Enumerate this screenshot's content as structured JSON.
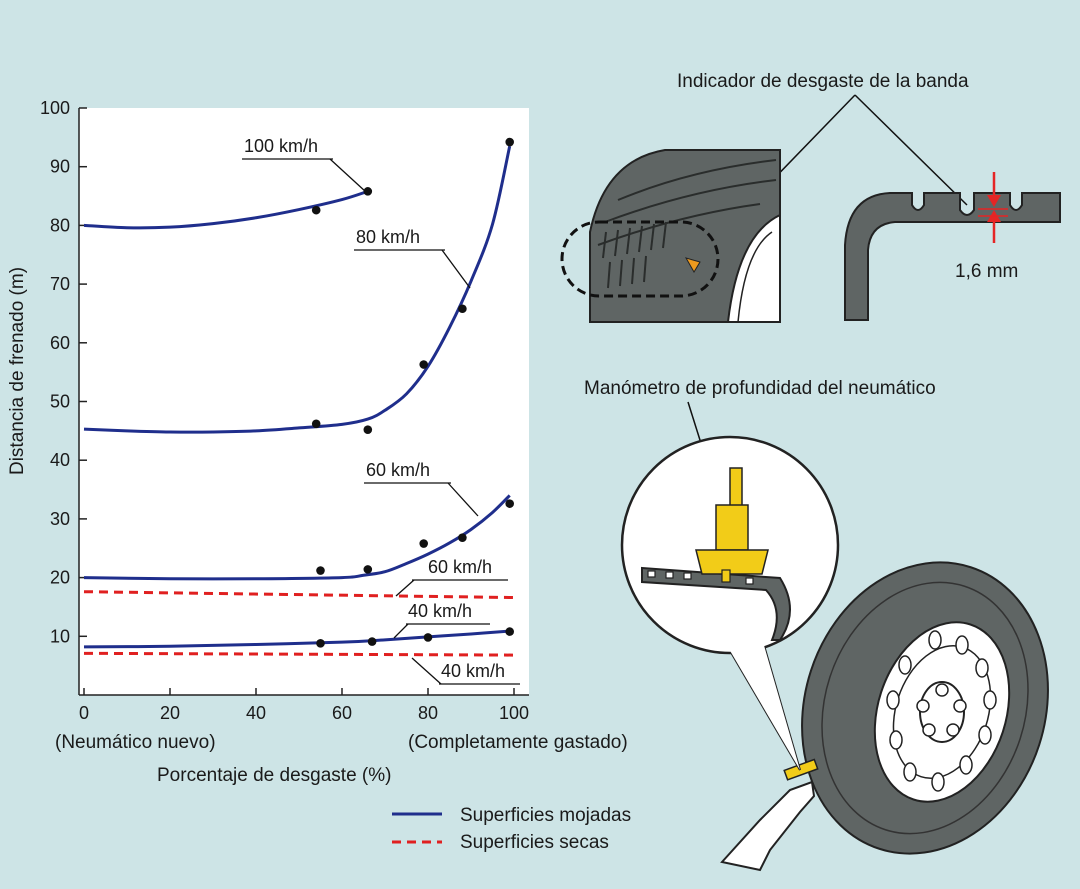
{
  "chart_data": {
    "type": "line",
    "xlabel": "Porcentaje de desgaste (%)",
    "ylabel": "Distancia de frenado (m)",
    "xlim": [
      0,
      100
    ],
    "ylim": [
      0,
      100
    ],
    "x_ticks": [
      0,
      20,
      40,
      60,
      80,
      100
    ],
    "y_ticks": [
      10,
      20,
      30,
      40,
      50,
      60,
      70,
      80,
      90,
      100
    ],
    "x_start_note": "(Neumático nuevo)",
    "x_end_note": "(Completamente gastado)",
    "legend": {
      "position": "bottom",
      "wet": "Superficies mojadas",
      "dry": "Superficies secas"
    },
    "colors": {
      "wet": "#1f2e8c",
      "dry": "#e02020"
    },
    "series": [
      {
        "name": "100 km/h",
        "surface": "wet",
        "curve_x": [
          0,
          10,
          20,
          30,
          40,
          50,
          60,
          66
        ],
        "curve_y": [
          80,
          79.6,
          79.7,
          80.3,
          81.3,
          82.7,
          84.4,
          85.8
        ],
        "points_x": [
          54,
          66
        ],
        "points_y": [
          82.6,
          85.8
        ]
      },
      {
        "name": "80 km/h",
        "surface": "wet",
        "curve_x": [
          0,
          10,
          20,
          30,
          40,
          50,
          60,
          66,
          70,
          75,
          80,
          85,
          90,
          95,
          99
        ],
        "curve_y": [
          45.3,
          45,
          44.8,
          44.8,
          45,
          45.5,
          46.1,
          47,
          48.5,
          51.3,
          56,
          62.6,
          70.5,
          80.2,
          93.5
        ],
        "points_x": [
          54,
          66,
          79,
          88,
          99
        ],
        "points_y": [
          46.2,
          45.2,
          56.3,
          65.8,
          94.2
        ]
      },
      {
        "name": "60 km/h",
        "surface": "wet",
        "curve_x": [
          0,
          20,
          40,
          60,
          65,
          70,
          75,
          80,
          85,
          90,
          95,
          99
        ],
        "curve_y": [
          20,
          19.8,
          19.8,
          20,
          20.4,
          21,
          22.4,
          24,
          25.9,
          28.2,
          31.1,
          34
        ],
        "points_x": [
          55,
          66,
          79,
          88,
          99
        ],
        "points_y": [
          21.2,
          21.4,
          25.8,
          26.8,
          32.6
        ]
      },
      {
        "name": "40 km/h",
        "surface": "wet",
        "curve_x": [
          0,
          20,
          40,
          60,
          70,
          80,
          90,
          99
        ],
        "curve_y": [
          8.2,
          8.3,
          8.6,
          9,
          9.4,
          9.9,
          10.4,
          10.9
        ],
        "points_x": [
          55,
          67,
          80,
          99
        ],
        "points_y": [
          8.8,
          9.1,
          9.8,
          10.8
        ]
      },
      {
        "name": "60 km/h",
        "surface": "dry",
        "curve_x": [
          0,
          100
        ],
        "curve_y": [
          17.6,
          16.6
        ]
      },
      {
        "name": "40 km/h",
        "surface": "dry",
        "curve_x": [
          0,
          100
        ],
        "curve_y": [
          7.1,
          6.8
        ]
      }
    ]
  },
  "illustrations": {
    "tread_indicator_label": "Indicador de desgaste de la banda",
    "depth_value": "1,6 mm",
    "gauge_label": "Manómetro de profundidad del neumático",
    "indicator_color": "#ee9a1e",
    "arrow_color": "#e52525",
    "gauge_color": "#f2cc18",
    "tire_color": "#5f6564"
  }
}
